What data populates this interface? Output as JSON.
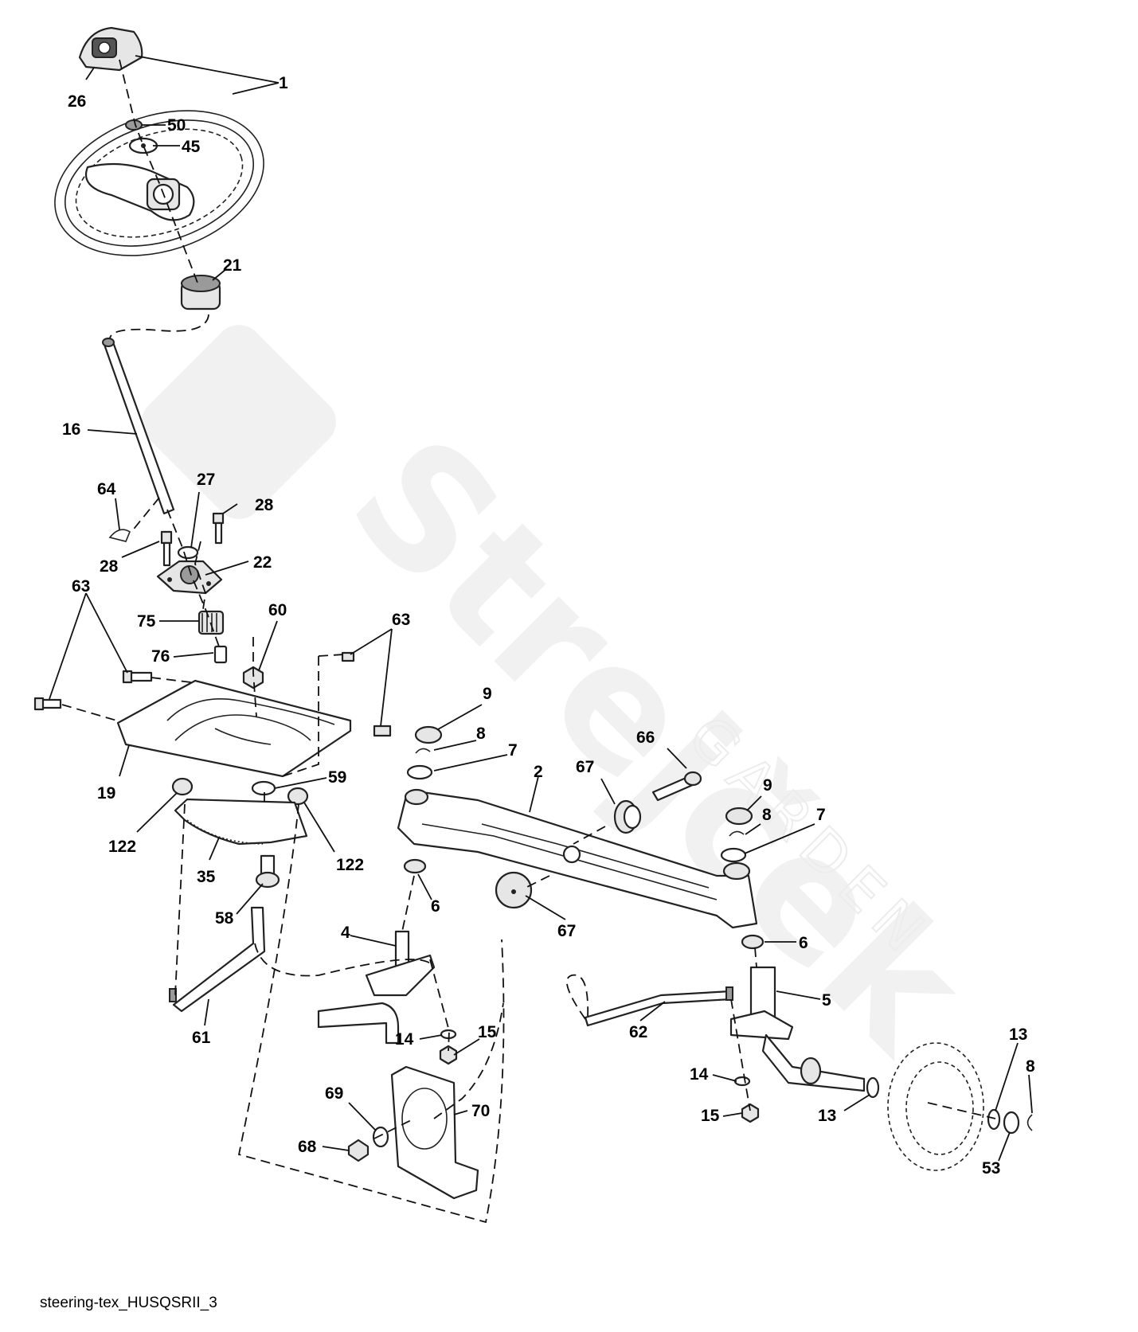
{
  "watermark": {
    "brand": "Strejček",
    "sub": "GARDEN"
  },
  "caption": "steering-tex_HUSQSRII_3",
  "callouts": {
    "c1": "1",
    "c26": "26",
    "c50": "50",
    "c45": "45",
    "c21": "21",
    "c16": "16",
    "c27": "27",
    "c28a": "28",
    "c28b": "28",
    "c64": "64",
    "c22": "22",
    "c63a": "63",
    "c63b": "63",
    "c75": "75",
    "c76": "76",
    "c60": "60",
    "c19": "19",
    "c59": "59",
    "c122a": "122",
    "c122b": "122",
    "c35": "35",
    "c58": "58",
    "c61": "61",
    "c9a": "9",
    "c8a": "8",
    "c7a": "7",
    "c2": "2",
    "c66": "66",
    "c67a": "67",
    "c9b": "9",
    "c8b": "8",
    "c7b": "7",
    "c6a": "6",
    "c67b": "67",
    "c6b": "6",
    "c4": "4",
    "c5": "5",
    "c62": "62",
    "c15a": "15",
    "c14a": "14",
    "c69": "69",
    "c70": "70",
    "c68": "68",
    "c14b": "14",
    "c15b": "15",
    "c13a": "13",
    "c13b": "13",
    "c8c": "8",
    "c53": "53"
  },
  "icons": {
    "logo": "husqvarna-crown-emblem"
  }
}
